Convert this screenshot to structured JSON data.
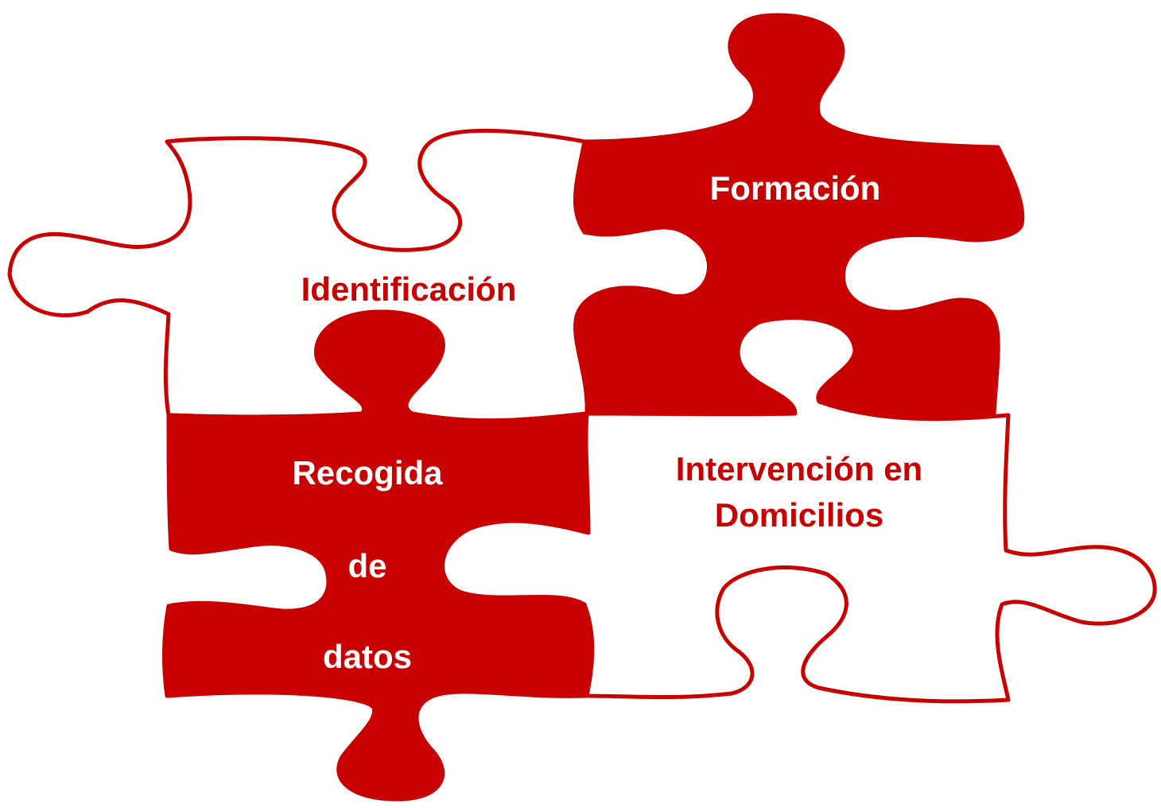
{
  "colors": {
    "accent": "#c80000",
    "background": "#ffffff"
  },
  "pieces": {
    "identificacion": {
      "label": "Identificación",
      "filled": false
    },
    "formacion": {
      "label": "Formación",
      "filled": true
    },
    "recogida": {
      "label_line1": "Recogida",
      "label_line2": "de",
      "label_line3": "datos",
      "filled": true
    },
    "intervencion": {
      "label_line1": "Intervención en",
      "label_line2": "Domicilios",
      "filled": false
    }
  }
}
